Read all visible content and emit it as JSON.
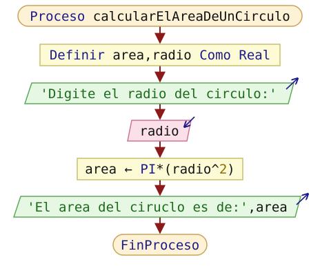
{
  "diagram": {
    "start": {
      "keyword": "Proceso",
      "name": "calcularElAreaDeUnCirculo"
    },
    "define": {
      "keyword_1": "Definir",
      "vars": "area,radio",
      "keyword_2": "Como Real"
    },
    "output_1": {
      "text": "'Digite el radio del circulo:'"
    },
    "input_1": {
      "text": "radio"
    },
    "assign": {
      "target": "area",
      "arrow": "←",
      "fn": "PI",
      "times": "*",
      "open": "(",
      "var": "radio",
      "pow": "^",
      "exp": "2",
      "close": ")"
    },
    "output_2": {
      "text": "'El area del ciruclo es de:'",
      "sep": ",",
      "var": "area"
    },
    "end": {
      "text": "FinProceso"
    }
  },
  "colors": {
    "terminal_fill": "#fdf2d6",
    "terminal_stroke": "#c8a35a",
    "process_fill": "#fdfbd6",
    "process_stroke": "#c9bf6e",
    "output_fill": "#e6f7e3",
    "output_stroke": "#5ea95b",
    "input_fill": "#fbe0ea",
    "input_stroke": "#d0739a",
    "connector": "#8b1a1a",
    "io_marker": "#1a1a8c"
  }
}
